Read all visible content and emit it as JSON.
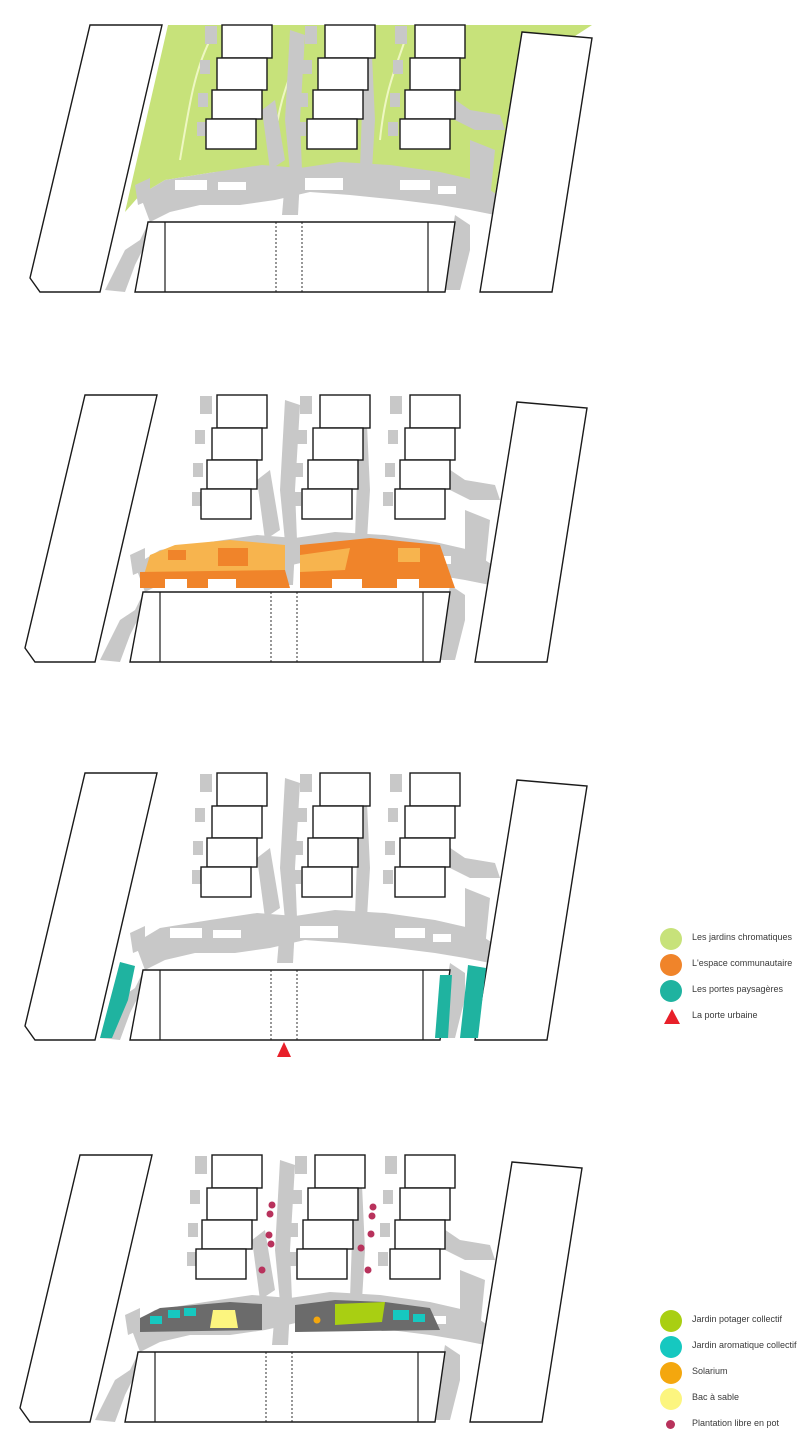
{
  "colors": {
    "path_gray": "#c8c8c8",
    "outline": "#1a1a1a",
    "jardins_chromatiques": "#c7e27a",
    "jardins_chromatiques_path": "#eef7c2",
    "espace_communautaire": "#f0842a",
    "espace_communautaire_light": "#f7b44e",
    "portes_paysageres": "#1fb3a0",
    "porte_urbaine": "#e8202a",
    "jardin_potager": "#a9cf12",
    "jardin_aromatique": "#16c8c0",
    "solarium": "#f4a70e",
    "bac_a_sable": "#fcf57f",
    "plantation_pot": "#b8325c",
    "dark_zone": "#6b6b6b"
  },
  "legend_top": {
    "items": [
      {
        "label": "Les jardins chromatiques",
        "color": "#c7e27a",
        "shape": "circle"
      },
      {
        "label": "L'espace communautaire",
        "color": "#f0842a",
        "shape": "circle"
      },
      {
        "label": "Les portes paysagères",
        "color": "#1fb3a0",
        "shape": "circle"
      },
      {
        "label": "La porte urbaine",
        "color": "#e8202a",
        "shape": "triangle"
      }
    ]
  },
  "legend_bottom": {
    "items": [
      {
        "label": "Jardin potager collectif",
        "color": "#a9cf12",
        "shape": "circle"
      },
      {
        "label": "Jardin aromatique collectif",
        "color": "#16c8c0",
        "shape": "circle"
      },
      {
        "label": "Solarium",
        "color": "#f4a70e",
        "shape": "circle"
      },
      {
        "label": "Bac à sable",
        "color": "#fcf57f",
        "shape": "circle"
      },
      {
        "label": "Plantation libre en pot",
        "color": "#b8325c",
        "shape": "dot"
      }
    ]
  }
}
